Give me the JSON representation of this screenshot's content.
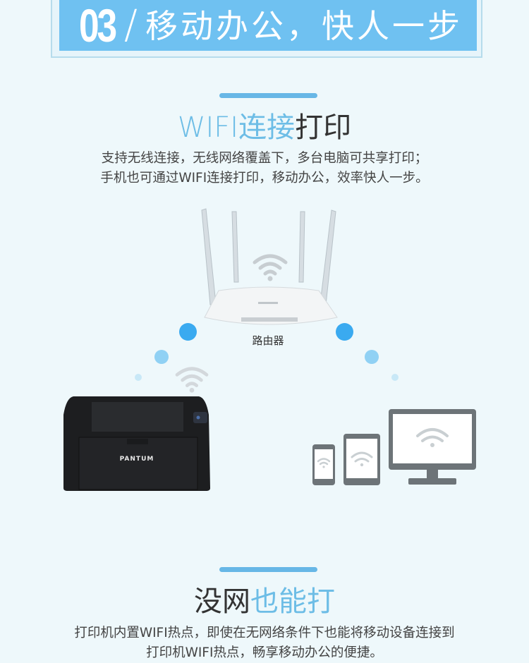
{
  "header": {
    "number": "03",
    "slash": "/",
    "title": "移动办公，快人一步"
  },
  "section1": {
    "title_highlight": "WIFI连接",
    "title_rest": "打印",
    "lines": [
      "支持无线连接，无线网络覆盖下，多台电脑可共享打印；",
      "手机也可通过WIFI连接打印，移动办公，效率快人一步。"
    ]
  },
  "illustration": {
    "router_label": "路由器",
    "printer_brand": "PANTUM",
    "icons": [
      "router-image",
      "wifi-icon",
      "printer-image",
      "phone-icon",
      "tablet-icon",
      "monitor-icon"
    ]
  },
  "section2": {
    "title_rest": "没网",
    "title_highlight": "也能打",
    "lines": [
      "打印机内置WIFI热点，即使在无网络条件下也能将移动设备连接到",
      "打印机WIFI热点，畅享移动办公的便捷。"
    ]
  },
  "colors": {
    "accent": "#6fc1f1",
    "highlight_text": "#6dbde6",
    "dot_strong": "#3aaaf0",
    "dot_mid": "#90d1f4",
    "dot_light": "#c8e8f7",
    "background": "#eef8fb"
  }
}
